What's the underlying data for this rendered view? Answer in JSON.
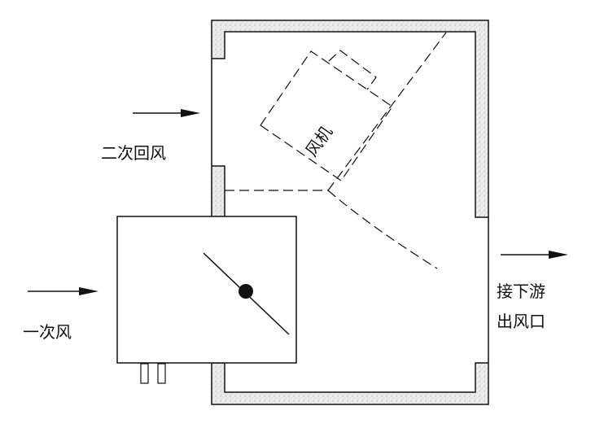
{
  "labels": {
    "secondary_return_air": "二次回风",
    "primary_air": "一次风",
    "fan": "风机",
    "outlet_line1": "接下游",
    "outlet_line2": "出风口"
  },
  "colors": {
    "stroke": "#111111",
    "wall_fill": "#e9e9e9",
    "background": "#ffffff"
  }
}
